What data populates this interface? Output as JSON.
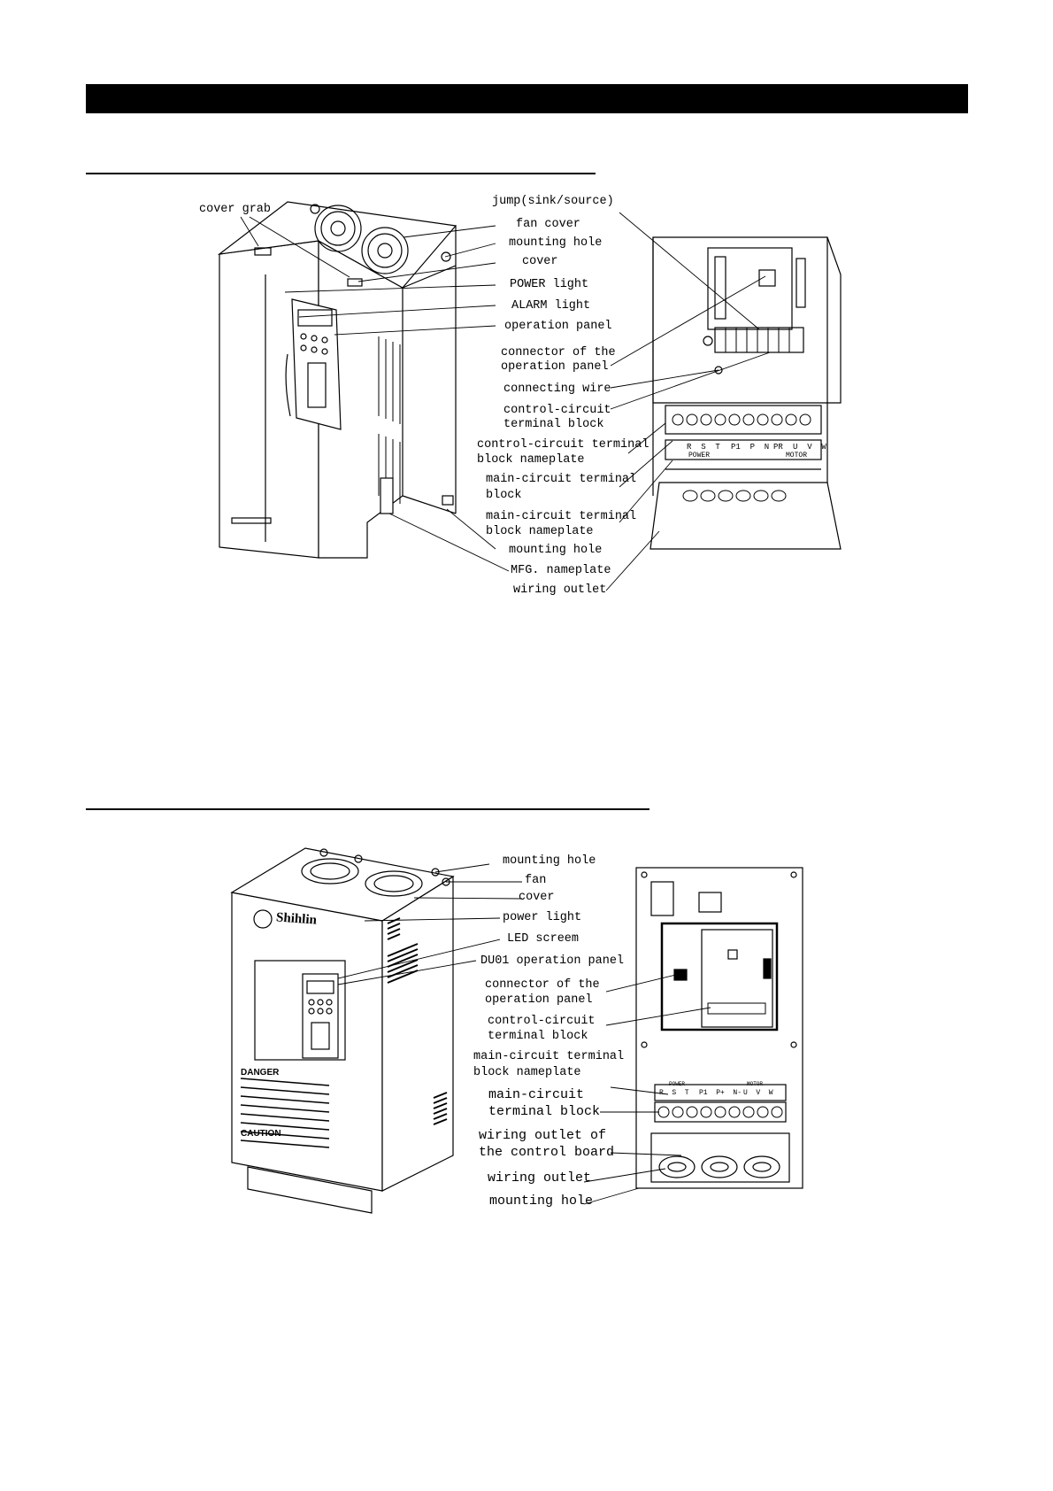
{
  "section1": {
    "labels": {
      "cover_grab": "cover grab",
      "jump": "jump(sink/source)",
      "fan_cover": "fan cover",
      "mounting_hole_top": "mounting hole",
      "cover": "cover",
      "power_light": "POWER light",
      "alarm_light": "ALARM light",
      "operation_panel": "operation panel",
      "connector_1": "connector of the",
      "connector_2": "operation panel",
      "connecting_wire": "connecting wire",
      "cc_block_1": "control-circuit",
      "cc_block_2": "terminal block",
      "cc_nameplate_1": "control-circuit terminal",
      "cc_nameplate_2": "block nameplate",
      "mc_block_1": "main-circuit terminal",
      "mc_block_2": "block",
      "mc_nameplate_1": "main-circuit terminal",
      "mc_nameplate_2": "block nameplate",
      "mounting_hole_bottom": "mounting hole",
      "mfg_nameplate": "MFG. nameplate",
      "wiring_outlet": "wiring outlet"
    },
    "terminal_labels": {
      "power_terminals": "R  S  T",
      "dc_terminals": "P1  P  N",
      "brake_terminal": "PR",
      "motor_terminals": "U  V  W",
      "power_tag": "POWER",
      "motor_tag": "MOTOR"
    }
  },
  "section2": {
    "labels": {
      "mounting_hole_top": "mounting hole",
      "fan": "fan",
      "cover": "cover",
      "power_light": "power light",
      "led_screen": "LED screem",
      "du01_panel": "DU01 operation panel",
      "connector_1": "connector of the",
      "connector_2": "operation panel",
      "cc_block_1": "control-circuit",
      "cc_block_2": "terminal block",
      "mc_nameplate_1": "main-circuit terminal",
      "mc_nameplate_2": "block nameplate",
      "mc_block_1": "main-circuit",
      "mc_block_2": "terminal block",
      "wiring_cb_1": "wiring outlet of",
      "wiring_cb_2": "the control board",
      "wiring_outlet": "wiring outlet",
      "mounting_hole_bottom": "mounting hole"
    },
    "terminal_labels": {
      "power_terminals": "R  S  T",
      "dc_terminals": "P1  P+  N-",
      "motor_terminals": "U  V  W",
      "power_tag": "POWER",
      "motor_tag": "MOTOR"
    },
    "product_labels": {
      "brand": "Shihlin",
      "danger_title": "DANGER",
      "caution_title": "CAUTION"
    }
  }
}
